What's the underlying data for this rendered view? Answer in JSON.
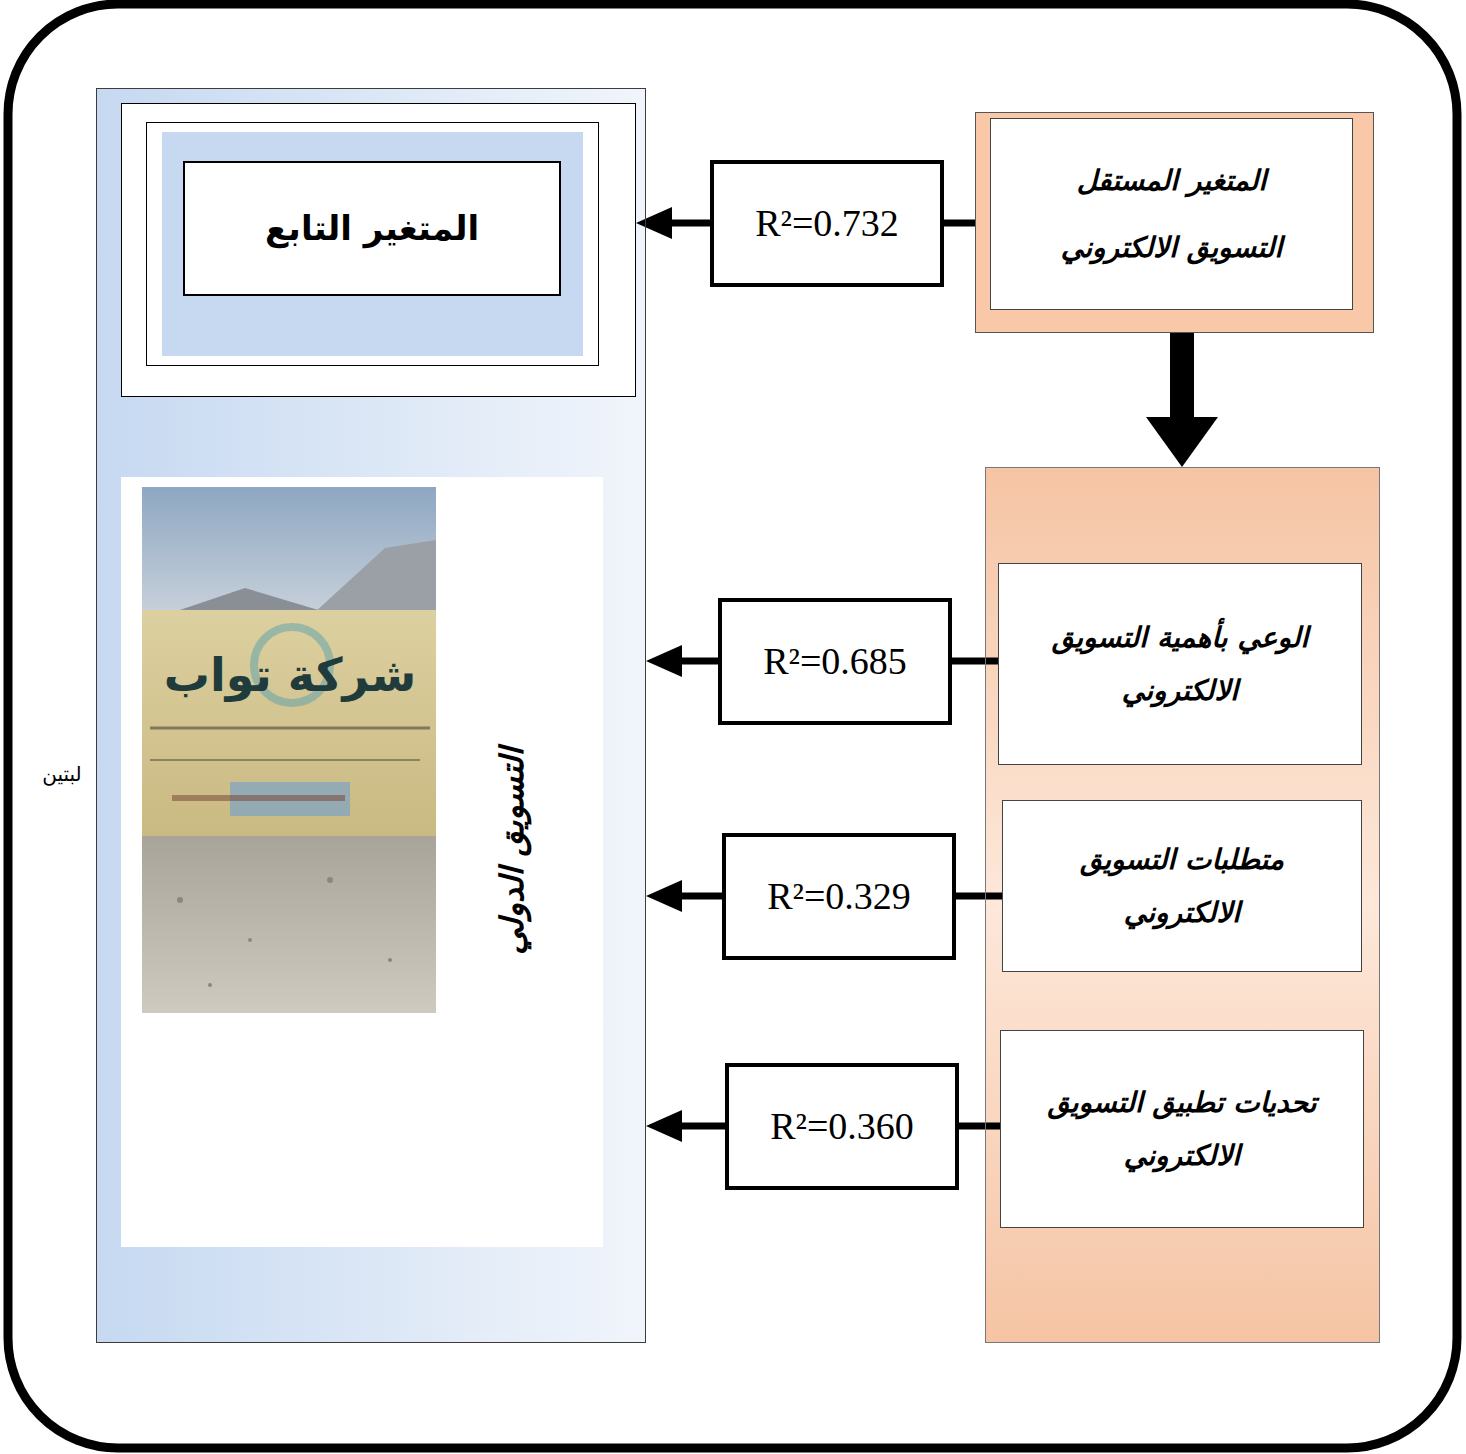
{
  "diagram": {
    "nodes": [
      {
        "text": [
          "التسويق الدولي"
        ]
      },
      {
        "text": [
          "المتغير التابع"
        ],
        "in": 0
      },
      {
        "text": [
          "المتغير المستقل",
          "التسويق الالكتروني"
        ]
      },
      {
        "text": []
      },
      {
        "text": [
          "الوعي بأهمية التسويق الالكتروني"
        ],
        "in": 3
      },
      {
        "text": [
          "متطلبات التسويق الالكتروني"
        ],
        "in": 3
      },
      {
        "text": [
          "تحديات تطبيق التسويق الالكتروني"
        ],
        "in": 3
      }
    ],
    "edges": [
      {
        "from": 2,
        "to": 1,
        "arrow": "to",
        "label": "R²=0.732"
      },
      {
        "from": 2,
        "to": 3,
        "arrow": "to"
      },
      {
        "from": 4,
        "to": 0,
        "arrow": "to",
        "label": "R²=0.685"
      },
      {
        "from": 5,
        "to": 0,
        "arrow": "to",
        "label": "R²=0.329"
      },
      {
        "from": 6,
        "to": 0,
        "arrow": "to",
        "label": "R²=0.360"
      }
    ],
    "labels": [
      "شركة تواب",
      "لبتين"
    ]
  }
}
